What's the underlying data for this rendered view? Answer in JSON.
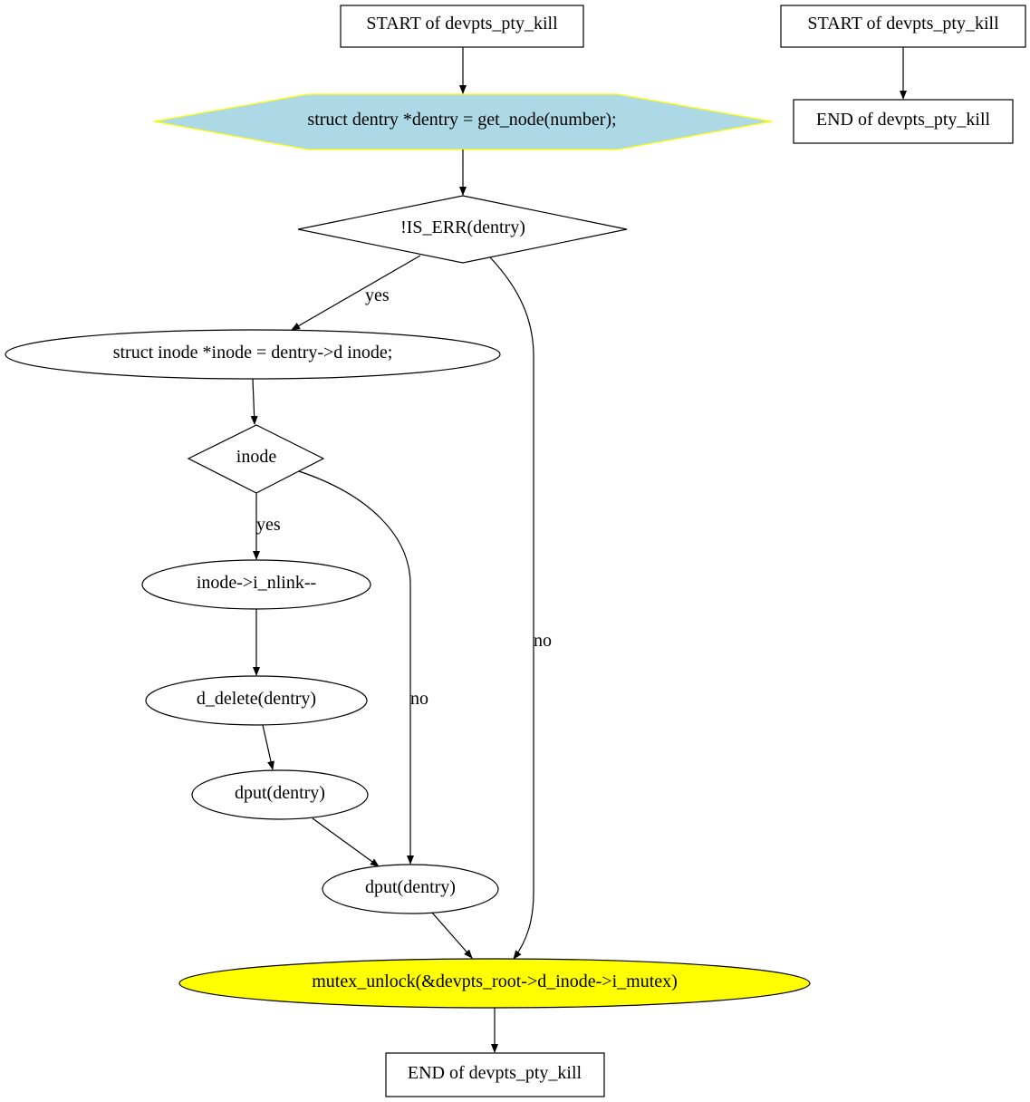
{
  "nodes": {
    "start_main": "START of devpts_pty_kill",
    "get_node": "struct dentry *dentry = get_node(number);",
    "is_err": "!IS_ERR(dentry)",
    "inode_assign": "struct inode *inode = dentry->d  inode;",
    "inode_check": "inode",
    "nlink_dec": "inode->i_nlink--",
    "d_delete": "d_delete(dentry)",
    "dput_inner": "dput(dentry)",
    "dput_outer": "dput(dentry)",
    "mutex_unlock": "mutex_unlock(&devpts_root->d_inode->i_mutex)",
    "end_main": "END of devpts_pty_kill",
    "start_side": "START of devpts_pty_kill",
    "end_side": "END of devpts_pty_kill"
  },
  "edge_labels": {
    "is_err_yes": "yes",
    "is_err_no": "no",
    "inode_yes": "yes",
    "inode_no": "no"
  },
  "colors": {
    "get_node_fill": "#add8e6",
    "get_node_stroke": "#ffff00",
    "mutex_unlock_fill": "#ffff00"
  }
}
